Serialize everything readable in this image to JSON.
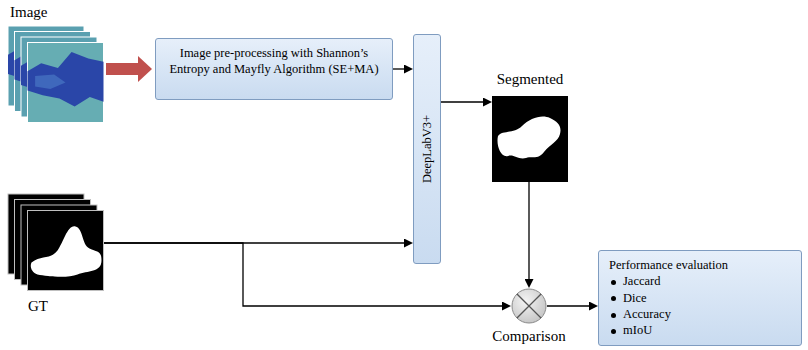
{
  "diagram": {
    "nodes": [
      {
        "text": [
          "Image"
        ]
      },
      {
        "text": [
          "Image pre-processing with Shannon’s Entropy and Mayfly Algorithm (SE+MA)"
        ]
      },
      {
        "text": [
          "DeepLabV3+"
        ]
      },
      {
        "text": [
          "Segmented"
        ]
      },
      {
        "text": [
          "GT"
        ]
      },
      {
        "text": [
          "Comparison"
        ]
      },
      {
        "text": [
          "Performance evaluation",
          "Jaccard",
          "Dice",
          "Accuracy",
          "mIoU"
        ]
      }
    ],
    "edges": [
      {
        "from": 0,
        "to": 1,
        "arrow": "to"
      },
      {
        "from": 1,
        "to": 2,
        "arrow": "to"
      },
      {
        "from": 2,
        "to": 3,
        "arrow": "to"
      },
      {
        "from": 4,
        "to": 2,
        "arrow": "to"
      },
      {
        "from": 4,
        "to": 5,
        "arrow": "to"
      },
      {
        "from": 3,
        "to": 5,
        "arrow": "to"
      },
      {
        "from": 5,
        "to": 6,
        "arrow": "to"
      }
    ]
  }
}
